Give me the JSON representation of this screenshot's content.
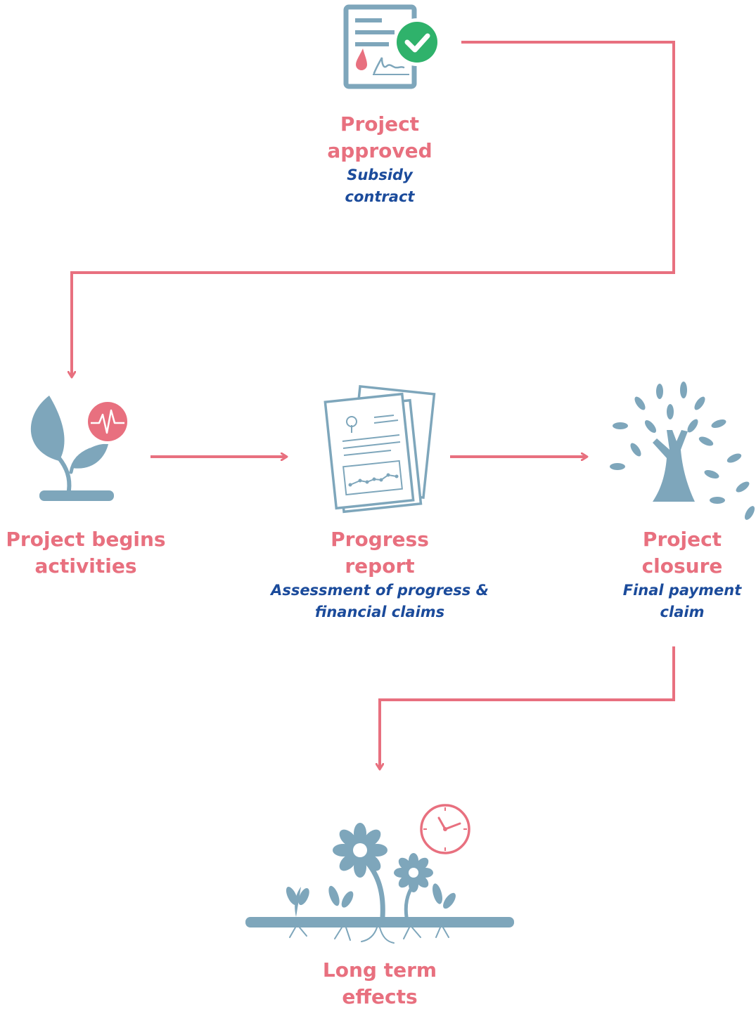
{
  "colors": {
    "accent": "#e8707f",
    "icon": "#7ea6bb",
    "subtitle": "#1b4b9b",
    "check": "#2fb26b"
  },
  "nodes": {
    "approved": {
      "title_line1": "Project",
      "title_line2": "approved",
      "sub_line1": "Subsidy",
      "sub_line2": "contract",
      "icon": "signed-contract-icon"
    },
    "begins": {
      "title_line1": "Project begins",
      "title_line2": "activities",
      "icon": "seedling-pulse-icon"
    },
    "progress": {
      "title_line1": "Progress",
      "title_line2": "report",
      "sub_line1": "Assessment of progress &",
      "sub_line2": "financial claims",
      "icon": "report-documents-icon"
    },
    "closure": {
      "title_line1": "Project",
      "title_line2": "closure",
      "sub_line1": "Final payment",
      "sub_line2": "claim",
      "icon": "tree-icon"
    },
    "longterm": {
      "title_line1": "Long term",
      "title_line2": "effects",
      "icon": "flowers-clock-icon"
    }
  }
}
